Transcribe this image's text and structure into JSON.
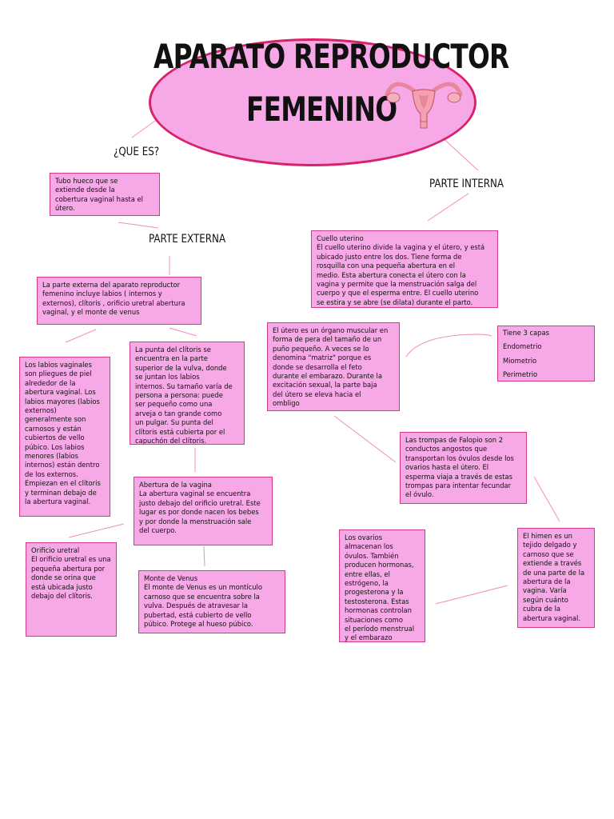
{
  "title": {
    "line1": "APARATO REPRODUCTOR",
    "line2": "FEMENINO"
  },
  "labels": {
    "que_es": "¿QUE ES?",
    "parte_externa": "PARTE EXTERNA",
    "parte_interna": "PARTE INTERNA"
  },
  "boxes": {
    "definicion": "Tubo hueco que se\nextiende desde la\ncobertura vaginal hasta el\nútero.",
    "externa": "La parte externa del aparato reproductor\nfemenino incluye labios ( internos y\nexternos), clítoris , orificio uretral abertura\nvaginal, y el monte de venus",
    "labios": "Los labios vaginales\nson pliegues de piel\nalrededor de la\nabertura vaginal. Los\nlabios mayores (labios\nexternos)\ngeneralmente son\ncarnosos y están\ncubiertos de vello\npúbico. Los labios\nmenores (labios\ninternos) están dentro\nde los externos.\nEmpiezan en el clítoris\ny terminan debajo de\nla abertura vaginal.",
    "clitoris": "La punta del clítoris se\nencuentra en la parte\nsuperior de la vulva, donde\nse juntan los labios\ninternos. Su tamaño varía de\npersona a persona: puede\nser pequeño como una\narveja o tan grande como\nun pulgar. Su punta del\nclítoris está cubierta por el\ncapuchón del clítoris.",
    "abertura": "Abertura de la vagina\nLa abertura vaginal se encuentra\njusto debajo del orificio uretral. Este\nlugar es por donde nacen los bebes\ny por donde la menstruación sale\ndel cuerpo.",
    "orificio": "Orificio uretral\nEl orificio uretral es una\npequeña abertura por\ndonde se orina que\nestá ubicada justo\ndebajo del clítoris.",
    "monte": "Monte de Venus\nEl monte de Venus es un montículo\ncarnoso que se encuentra sobre la\nvulva. Después de atravesar la\npubertad, está cubierto de vello\npúbico. Protege al hueso púbico.",
    "cuello": "Cuello uterino\nEl cuello uterino divide la vagina y el útero, y está\nubicado justo entre los dos. Tiene forma de\nrosquilla con una pequeña abertura en el\nmedio. Esta abertura conecta el útero con la\nvagina y permite que la menstruación salga del\ncuerpo y que el esperma entre. El cuello uterino\nse estira y se abre (se dilata) durante el parto.",
    "utero": "El útero es un órgano muscular en\nforma de pera del tamaño de un\npuño pequeño. A veces se lo\ndenomina \"matriz\" porque es\ndonde se desarrolla el feto\ndurante el embarazo. Durante la\nexcitación sexual, la parte baja\ndel útero se eleva hacia el\nombligo",
    "capas": [
      "Tiene 3 capas",
      "Endometrio",
      "Miometrio",
      "Perimetrio"
    ],
    "trompas": "Las trompas de Falopio son 2\nconductos angostos que\ntransportan los óvulos desde los\novarios hasta el útero. El\nesperma viaja a través de estas\ntrompas para intentar fecundar\nel óvulo.",
    "ovarios": "Los ovarios\nalmacenan los\nóvulos. También\nproducen hormonas,\nentre ellas, el\nestrógeno, la\nprogesterona y la\ntestosterona. Estas\nhormonas controlan\nsituaciones como\nel período menstrual\ny el embarazo",
    "himen": "El himen es un\ntejido delgado y\ncarnoso que se\nextiende a través\nde una parte de la\nabertura de la\nvagina. Varía\nsegún cuánto\ncubra de la\nabertura vaginal."
  },
  "colors": {
    "box_fill": "#f7a8e6",
    "box_border": "#d23c86",
    "ellipse_border": "#d8236a",
    "connector": "#f08cc0"
  },
  "icons": [
    "uterus-icon"
  ]
}
